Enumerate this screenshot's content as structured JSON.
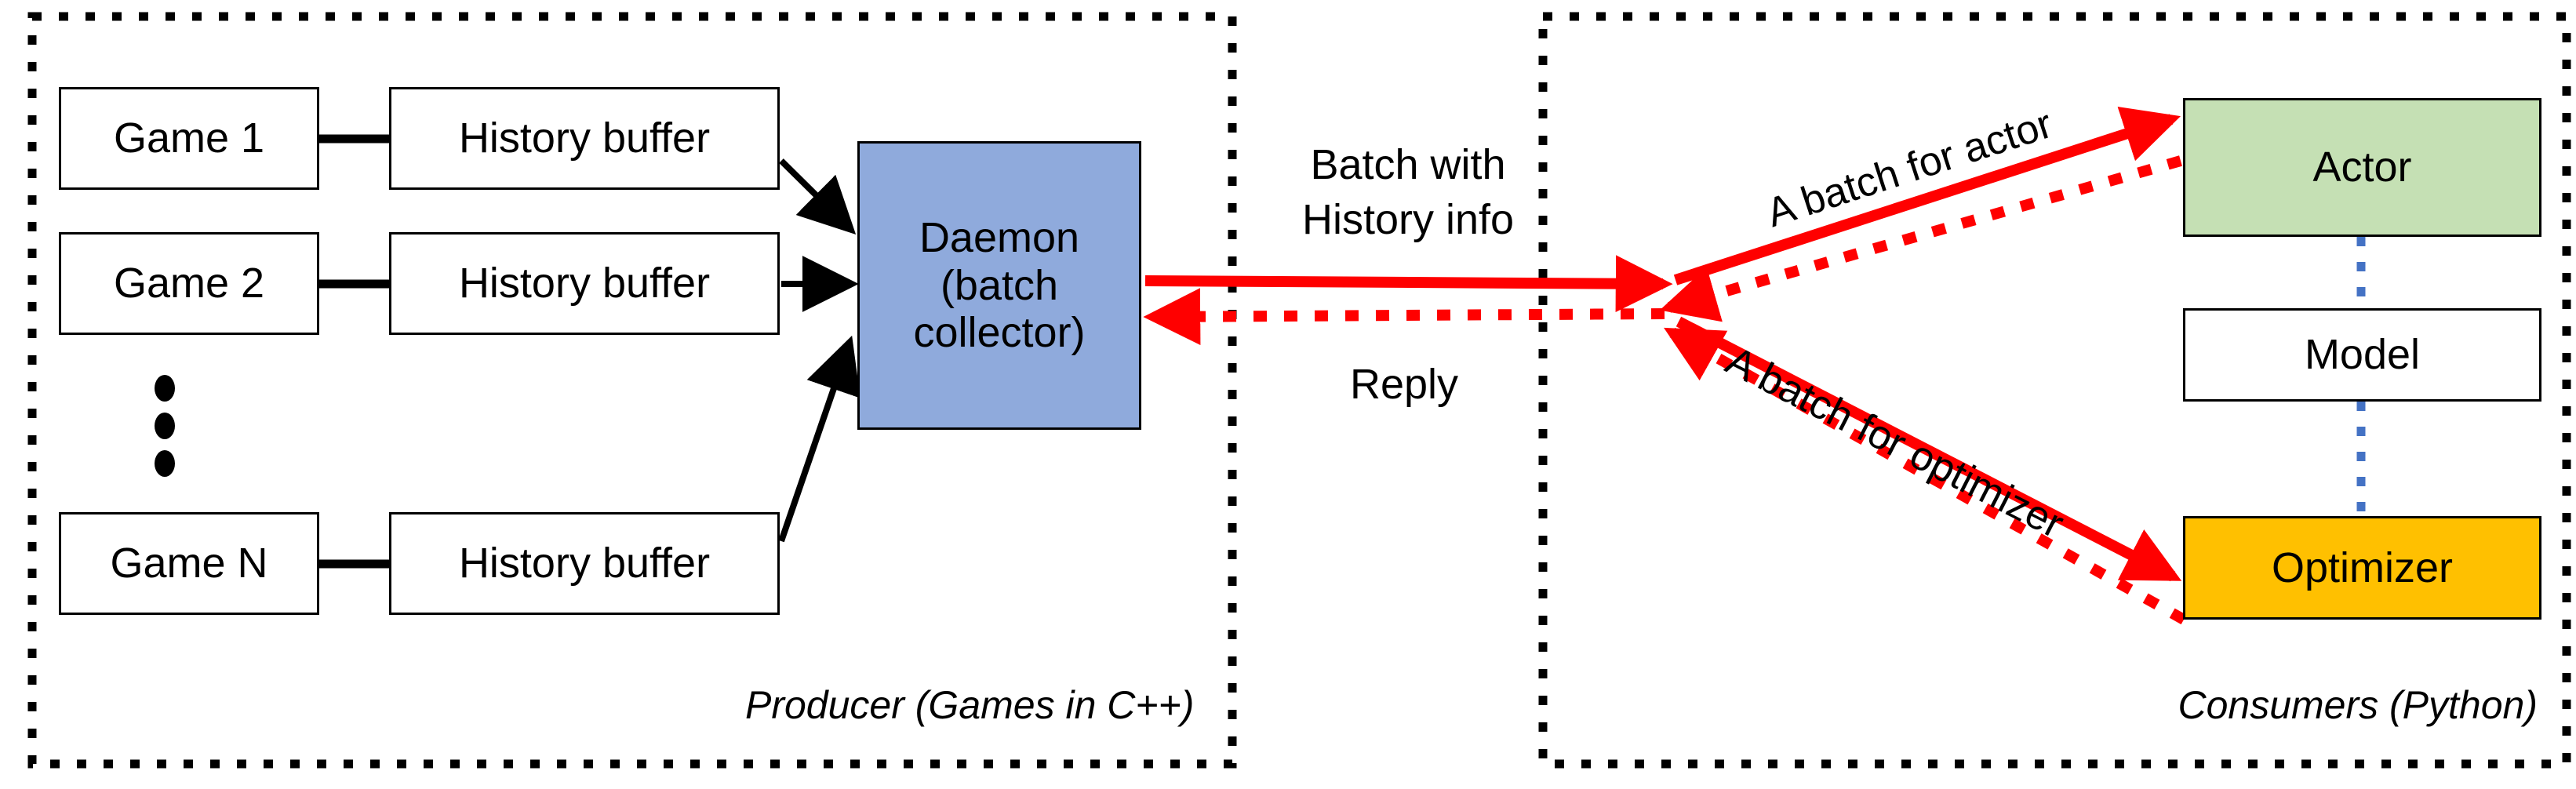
{
  "diagram": {
    "title": "Producer-consumer batching architecture",
    "colors": {
      "daemon_fill": "#8FAADC",
      "actor_fill": "#C5E0B4",
      "optimizer_fill": "#FFC000",
      "model_fill": "#FFFFFF",
      "arrow_red": "#FF0000",
      "arrow_black": "#000000",
      "model_link_blue": "#4472C4",
      "zone_border": "#000000"
    }
  },
  "producer": {
    "zone_label": "Producer (Games in C++)",
    "rows": [
      {
        "game": "Game 1",
        "buffer": "History buffer"
      },
      {
        "game": "Game 2",
        "buffer": "History buffer"
      },
      {
        "game": "Game N",
        "buffer": "History buffer"
      }
    ],
    "ellipsis": "vertical-dots",
    "daemon": "Daemon\n(batch\ncollector)"
  },
  "channel": {
    "request_label": "Batch with\nHistory info",
    "reply_label": "Reply"
  },
  "consumers": {
    "zone_label": "Consumers (Python)",
    "actor": "Actor",
    "model": "Model",
    "optimizer": "Optimizer",
    "actor_arrow_label": "A batch for actor",
    "optimizer_arrow_label": "A batch for optimizer"
  }
}
